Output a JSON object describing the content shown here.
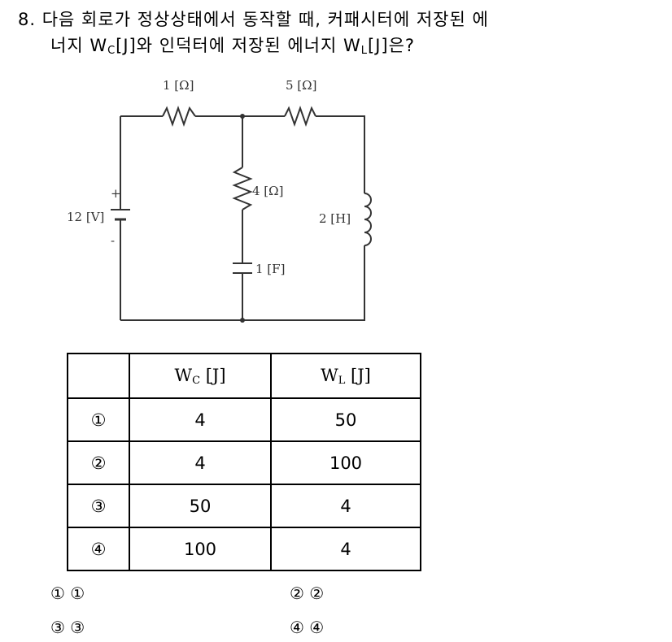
{
  "question": {
    "number": "8.",
    "line1": "다음 회로가 정상상태에서 동작할 때, 커패시터에 저장된 에",
    "line2_pre": "너지 W",
    "line2_sub1": "C",
    "line2_mid": "[J]와 인덕터에 저장된 에너지 W",
    "line2_sub2": "L",
    "line2_post": "[J]은?"
  },
  "circuit": {
    "r1": "1 [Ω]",
    "r2": "5 [Ω]",
    "r3": "4 [Ω]",
    "source": "12 [V]",
    "plus": "+",
    "minus": "-",
    "inductor": "2 [H]",
    "capacitor": "1 [F]"
  },
  "table": {
    "h1_main": "W",
    "h1_sub": "C",
    "h1_unit": " [J]",
    "h2_main": "W",
    "h2_sub": "L",
    "h2_unit": " [J]",
    "rows": [
      {
        "mark": "①",
        "wc": "4",
        "wl": "50"
      },
      {
        "mark": "②",
        "wc": "4",
        "wl": "100"
      },
      {
        "mark": "③",
        "wc": "50",
        "wl": "4"
      },
      {
        "mark": "④",
        "wc": "100",
        "wl": "4"
      }
    ]
  },
  "choices": [
    {
      "mark": "①",
      "text": "①"
    },
    {
      "mark": "②",
      "text": "②"
    },
    {
      "mark": "③",
      "text": "③"
    },
    {
      "mark": "④",
      "text": "④"
    }
  ]
}
